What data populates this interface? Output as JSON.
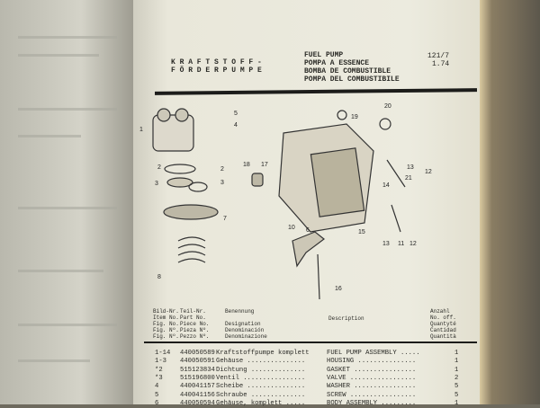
{
  "header": {
    "title_de": [
      "K R A F T S T O F F -",
      "F Ö R D E R P U M P E"
    ],
    "title_multi": [
      "FUEL PUMP",
      "POMPA A ESSENCE",
      "BOMBA DE COMBUSTIBLE",
      "POMPA DEL COMBUSTIBILE"
    ],
    "page_ref": "121/7",
    "date": "1.74"
  },
  "diagram": {
    "callouts": [
      "1",
      "5",
      "4",
      "2",
      "2",
      "3",
      "3",
      "7",
      "8",
      "18",
      "17",
      "19",
      "20",
      "13",
      "12",
      "14",
      "21",
      "6",
      "15",
      "10",
      "13",
      "11",
      "12",
      "16"
    ]
  },
  "columns": {
    "item": [
      "Bild-Nr.",
      "Item No.",
      "Fig. No.",
      "Fig. Nº.",
      "Fig. Nº."
    ],
    "part": [
      "Teil-Nr.",
      "Part No.",
      "Piece No.",
      "Pieza Nº.",
      "Pezzo Nº."
    ],
    "name": [
      "Benennung",
      "",
      "Designation",
      "Denominación",
      "Denominazione"
    ],
    "description": "Description",
    "qty": [
      "Anzahl",
      "No. off.",
      "Quantyté",
      "Cantidad",
      "Quantità"
    ]
  },
  "rows": [
    {
      "item": "1-14",
      "part": "440050589",
      "de": "Kraftstoffpumpe komplett",
      "en": "FUEL PUMP ASSEMBLY .....",
      "qty": "1"
    },
    {
      "item": "1-3",
      "part": "440050591",
      "de": "Gehäuse ...............",
      "en": "HOUSING ...............",
      "qty": "1"
    },
    {
      "item": "*2",
      "part": "515123834",
      "de": "Dichtung ..............",
      "en": "GASKET ................",
      "qty": "1"
    },
    {
      "item": "*3",
      "part": "515196800",
      "de": "Ventil ................",
      "en": "VALVE .................",
      "qty": "2"
    },
    {
      "item": "4",
      "part": "440041157",
      "de": "Scheibe ...............",
      "en": "WASHER ................",
      "qty": "5"
    },
    {
      "item": "5",
      "part": "440041156",
      "de": "Schraube ..............",
      "en": "SCREW .................",
      "qty": "5"
    },
    {
      "item": "6",
      "part": "440050594",
      "de": "Gehäuse, komplett .....",
      "en": "BODY ASSEMBLY .........",
      "qty": "1"
    }
  ]
}
